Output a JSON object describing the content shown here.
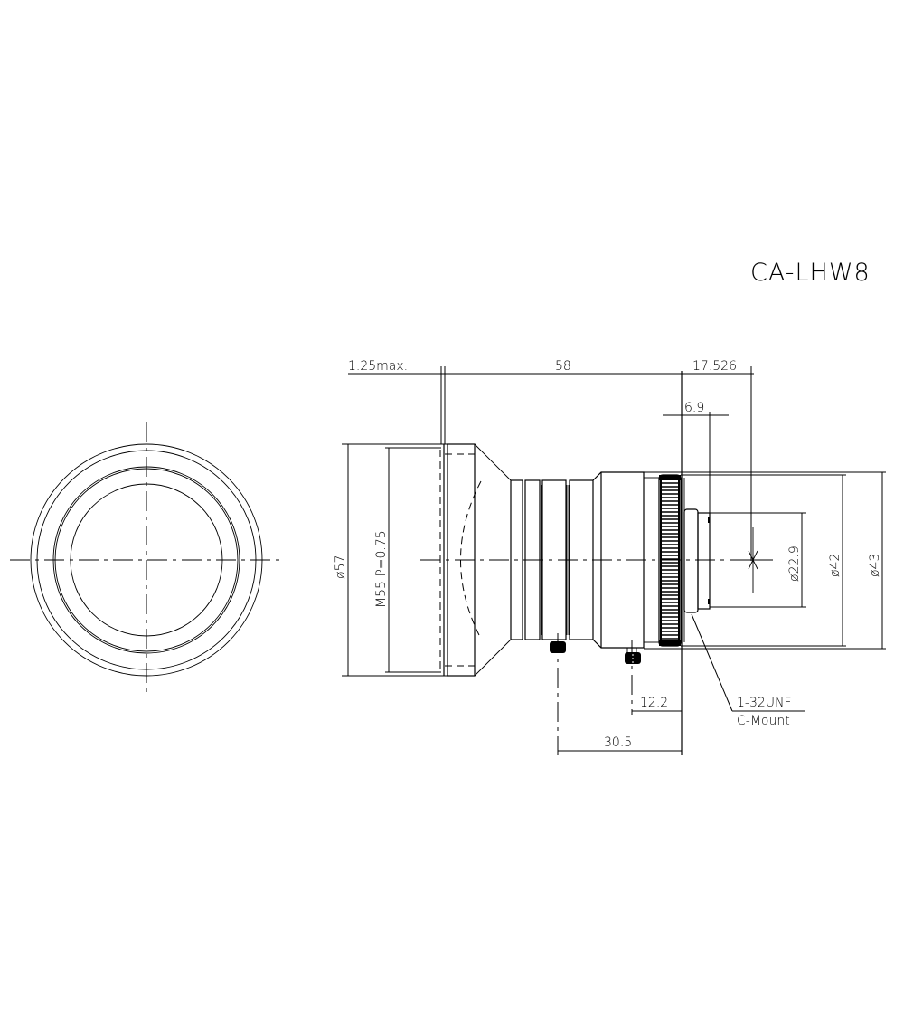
{
  "drawing": {
    "title": "CA-LHW8",
    "views": [
      "front-view",
      "side-view"
    ],
    "colors": {
      "line": "#000000",
      "background": "#ffffff"
    }
  },
  "dimensions": {
    "flange_max": "1.25max.",
    "length_total": "58",
    "flange_back": "17.526",
    "mount_depth": "6.9",
    "outer_diameter": "ø57",
    "filter_thread": "M55  P=0.75",
    "mount_inner_diameter": "ø22.9",
    "body_diameter_1": "ø42",
    "body_diameter_2": "ø43",
    "screw_offset_1": "12.2",
    "screw_offset_2": "30.5"
  },
  "callout": {
    "thread": "1-32UNF",
    "mount": "C-Mount"
  }
}
